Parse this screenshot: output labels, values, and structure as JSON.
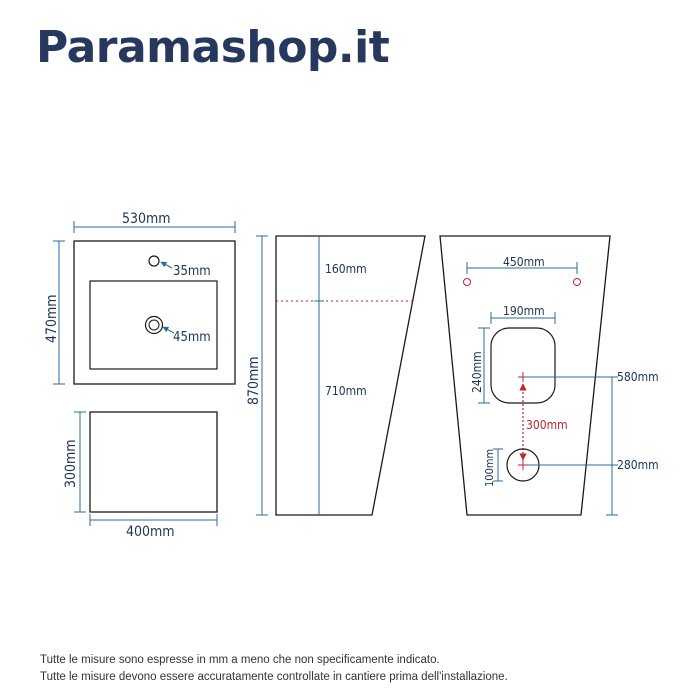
{
  "brand": "Paramashop.it",
  "dimensions": {
    "top_width": "530mm",
    "top_depth": "470mm",
    "tap_hole": "35mm",
    "drain_hole": "45mm",
    "front_height": "300mm",
    "front_width": "400mm",
    "total_height": "870mm",
    "upper_section": "160mm",
    "lower_section": "710mm",
    "bolt_spacing": "450mm",
    "inlet_width": "190mm",
    "inlet_height": "240mm",
    "inlet_center_height": "580mm",
    "center_distance": "300mm",
    "outlet_diameter": "100mm",
    "outlet_center_height": "280mm"
  },
  "notes": [
    "Tutte le misure sono espresse in mm a meno che non specificamente indicato.",
    "Tutte le misure devono essere accuratamente controllate in cantiere prima dell'installazione."
  ],
  "colors": {
    "brand": "#27385f",
    "outline": "#1a1a1a",
    "dimension_line": "#2a6aa0",
    "accent_red": "#c0262d",
    "text": "#1f3355"
  }
}
